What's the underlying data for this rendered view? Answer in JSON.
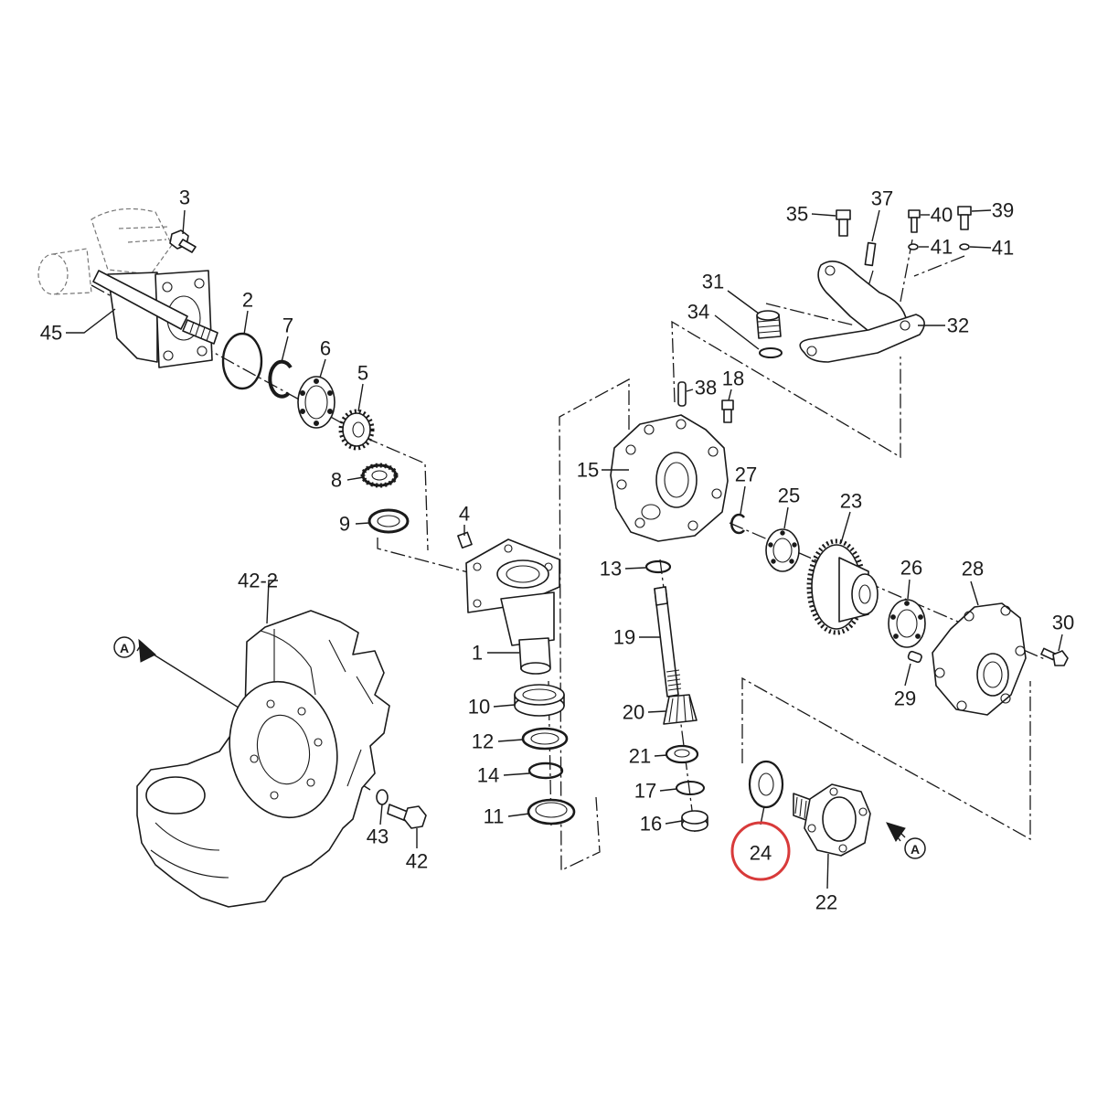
{
  "callouts": {
    "p1": "1",
    "p2": "2",
    "p3": "3",
    "p4": "4",
    "p5": "5",
    "p6": "6",
    "p7": "7",
    "p8": "8",
    "p9": "9",
    "p10": "10",
    "p11": "11",
    "p12": "12",
    "p13": "13",
    "p14": "14",
    "p15": "15",
    "p16": "16",
    "p17": "17",
    "p18": "18",
    "p19": "19",
    "p20": "20",
    "p21": "21",
    "p22": "22",
    "p23": "23",
    "p24": "24",
    "p25": "25",
    "p26": "26",
    "p27": "27",
    "p28": "28",
    "p29": "29",
    "p30": "30",
    "p31": "31",
    "p32": "32",
    "p34": "34",
    "p35": "35",
    "p37": "37",
    "p38": "38",
    "p39": "39",
    "p40": "40",
    "p41_left": "41",
    "p41_right": "41",
    "p42": "42",
    "p42_2": "42-2",
    "p43": "43",
    "p45": "45"
  },
  "view_markers": {
    "left": "A",
    "right": "A"
  },
  "highlighted_callout": "24",
  "highlight_color": "#d83a3a"
}
